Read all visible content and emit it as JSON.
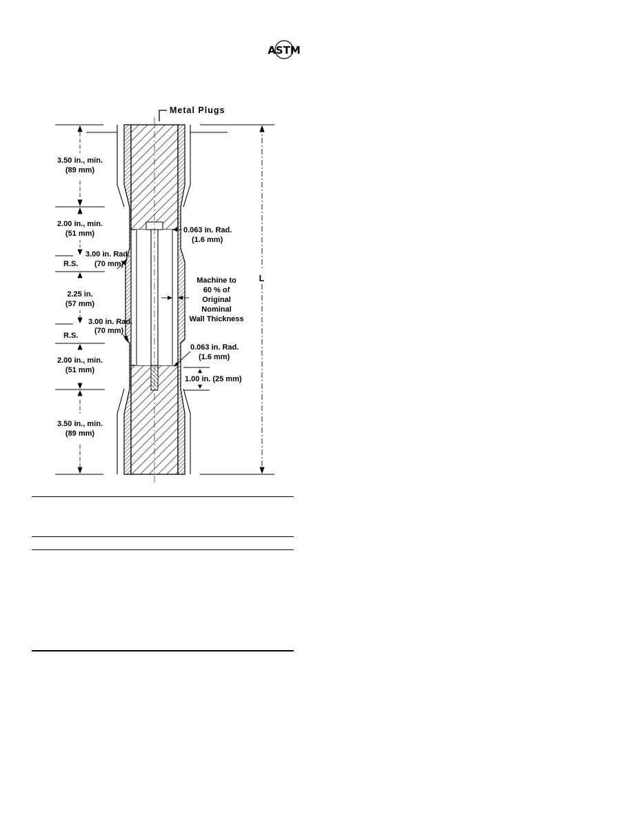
{
  "logo": {
    "text": "ASTM"
  },
  "figure": {
    "metal_plugs": "Metal Plugs",
    "length_symbol": "L",
    "dims_left": {
      "top_grip": [
        "3.50 in., min.",
        "(89 mm)"
      ],
      "upper_shoulder": [
        "2.00 in., min.",
        "(51 mm)"
      ],
      "upper_radius": [
        "3.00 in. Rad.",
        "(70 mm)"
      ],
      "upper_rs": "R.S.",
      "gage": [
        "2.25 in.",
        "(57 mm)"
      ],
      "lower_radius": [
        "3.00 in. Rad.",
        "(70 mm)"
      ],
      "lower_rs": "R.S.",
      "lower_shoulder": [
        "2.00 in., min.",
        "(51 mm)"
      ],
      "bottom_grip": [
        "3.50 in., min.",
        "(89 mm)"
      ]
    },
    "dims_right": {
      "upper_fillet": [
        "0.063 in. Rad.",
        "(1.6 mm)"
      ],
      "machine_note": [
        "Machine to",
        "60 % of",
        "Original",
        "Nominal",
        "Wall Thickness"
      ],
      "lower_fillet": [
        "0.063 in. Rad.",
        "(1.6 mm)"
      ],
      "plug_depth": "1.00 in.  (25 mm)"
    }
  }
}
